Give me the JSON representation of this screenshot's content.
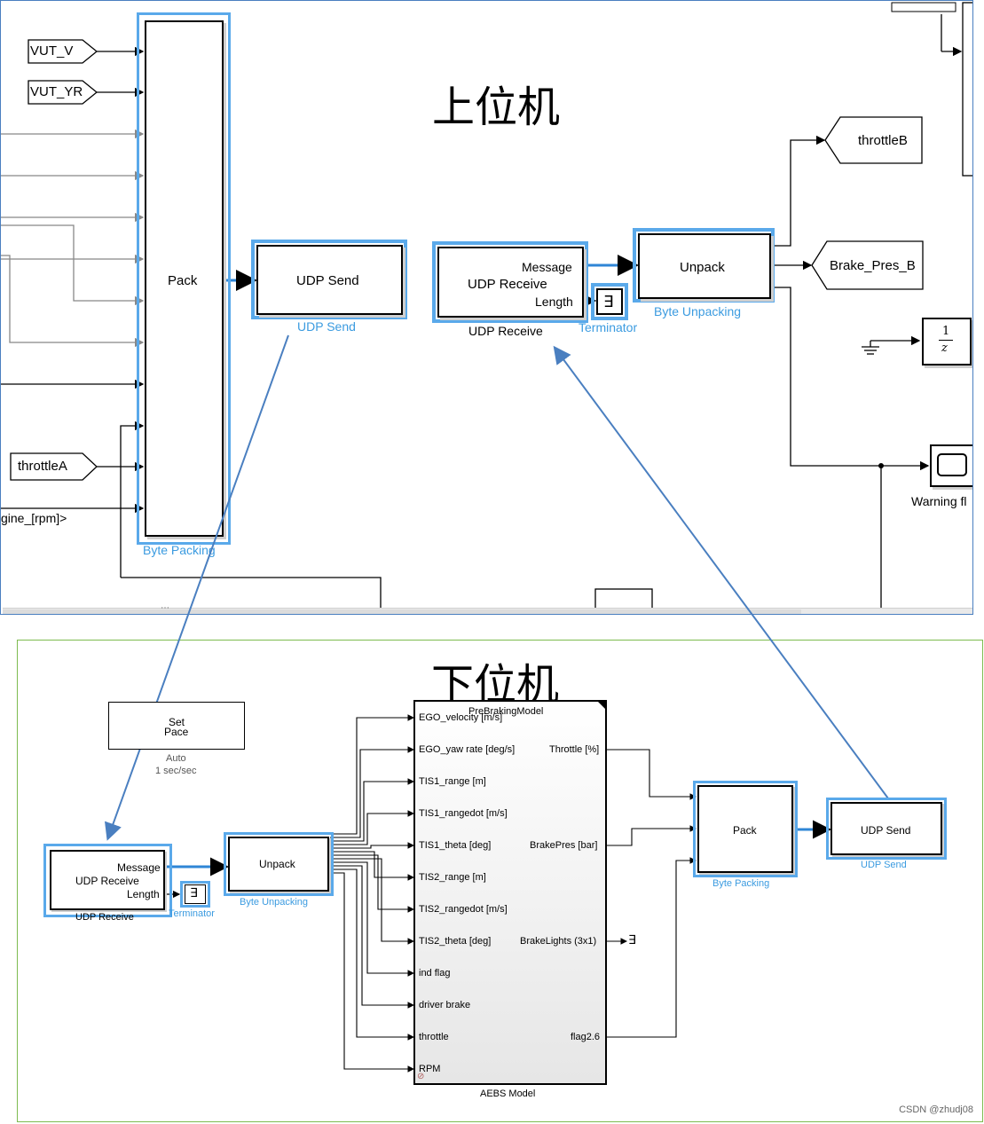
{
  "top_panel": {
    "title": "上位机",
    "inputs": {
      "vut_v": "VUT_V",
      "vut_yr": "VUT_YR",
      "throttle_a": "throttleA",
      "engine_rpm": "gine_[rpm]>"
    },
    "pack": {
      "label": "Pack",
      "caption": "Byte Packing"
    },
    "udp_send": {
      "label": "UDP Send",
      "caption": "UDP Send"
    },
    "udp_receive": {
      "label": "UDP Receive",
      "port_message": "Message",
      "port_length": "Length",
      "caption": "UDP Receive"
    },
    "terminator": {
      "caption": "Terminator"
    },
    "unpack": {
      "label": "Unpack",
      "caption": "Byte Unpacking"
    },
    "outputs": {
      "throttle_b": "throttleB",
      "brake_pres_b": "Brake_Pres_B"
    },
    "unit_delay": {
      "numerator": "1",
      "denominator": "z"
    },
    "scope": {
      "caption": "Warning fl"
    }
  },
  "bottom_panel": {
    "title": "下位机",
    "set_pace": {
      "label_line1": "Set",
      "label_line2": "Pace",
      "caption_line1": "Auto",
      "caption_line2": "1 sec/sec"
    },
    "udp_receive": {
      "label": "UDP Receive",
      "port_message": "Message",
      "port_length": "Length",
      "caption": "UDP Receive"
    },
    "terminator": {
      "caption": "Terminator"
    },
    "unpack": {
      "label": "Unpack",
      "caption": "Byte Unpacking"
    },
    "aebs": {
      "title": "PreBrakingModel",
      "caption": "AEBS Model",
      "inports": [
        "EGO_velocity [m/s]",
        "EGO_yaw rate [deg/s]",
        "TIS1_range [m]",
        "TIS1_rangedot [m/s]",
        "TIS1_theta [deg]",
        "TIS2_range [m]",
        "TIS2_rangedot [m/s]",
        "TIS2_theta [deg]",
        "ind flag",
        "driver brake",
        "throttle",
        "RPM"
      ],
      "outports": {
        "throttle": "Throttle [%]",
        "brake_pres": "BrakePres [bar]",
        "brake_lights": "BrakeLights (3x1)",
        "flag": "flag2.6"
      }
    },
    "pack": {
      "label": "Pack",
      "caption": "Byte Packing"
    },
    "udp_send": {
      "label": "UDP Send",
      "caption": "UDP Send"
    }
  },
  "credit": "CSDN @zhudj08",
  "colors": {
    "selection": "#5aa9ea",
    "arrow": "#4a7fc0",
    "bottom_frame": "#7dbb4f"
  }
}
